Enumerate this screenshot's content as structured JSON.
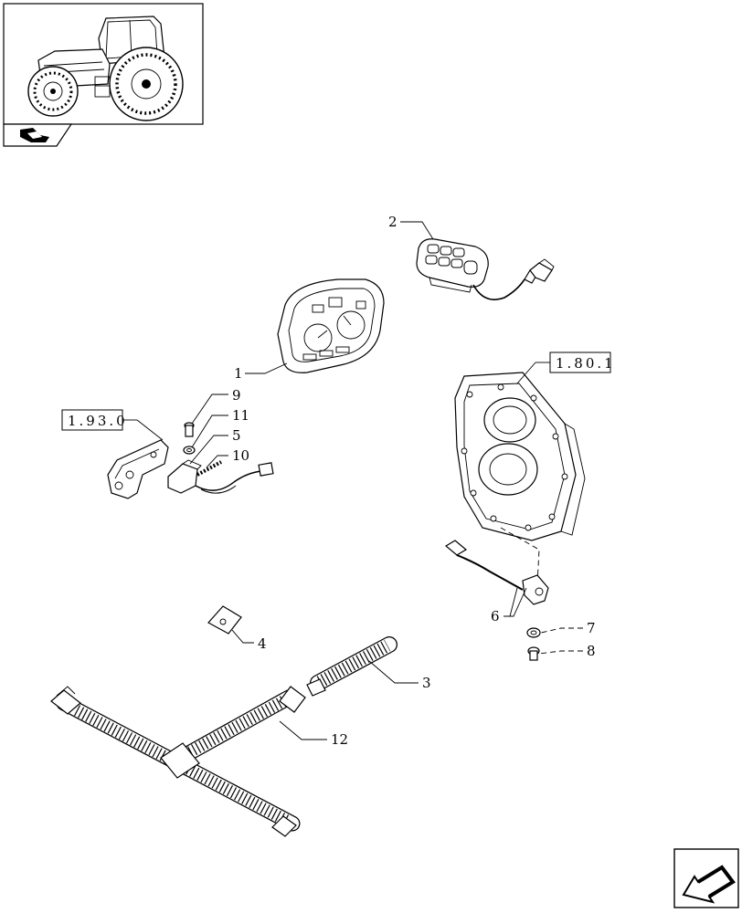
{
  "thumbnail": {
    "icon": "tractor-icon",
    "section_icon": "book-icon"
  },
  "references": {
    "r1": "1.93.0",
    "r2": "1.80.1"
  },
  "callouts": {
    "c1": "1",
    "c2": "2",
    "c3": "3",
    "c4": "4",
    "c5": "5",
    "c6": "6",
    "c7": "7",
    "c8": "8",
    "c9": "9",
    "c10": "10",
    "c11": "11",
    "c12": "12"
  },
  "navigation": {
    "next_icon": "arrow-icon"
  }
}
